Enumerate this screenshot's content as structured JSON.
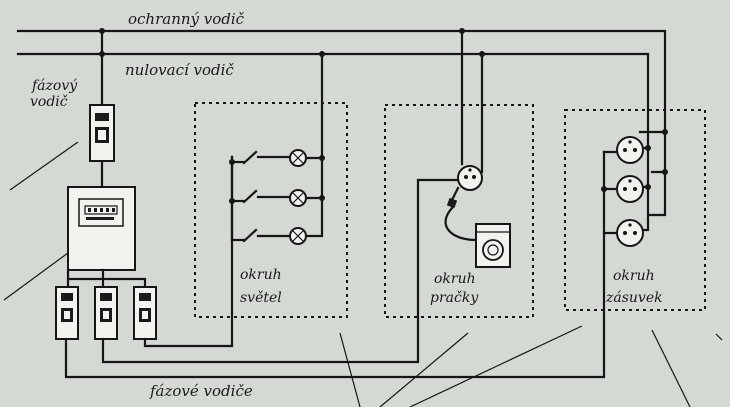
{
  "labels": {
    "protective_conductor": "ochranný vodič",
    "neutral_conductor": "nulovací vodič",
    "phase_conductor_line1": "fázový",
    "phase_conductor_line2": "vodič",
    "lighting_circuit_line1": "okruh",
    "lighting_circuit_line2": "světel",
    "washer_circuit_line1": "okruh",
    "washer_circuit_line2": "pračky",
    "socket_circuit_line1": "okruh",
    "socket_circuit_line2": "zásuvek",
    "phase_conductors": "fázové vodiče"
  },
  "colors": {
    "background": "#d9dcd8",
    "ink": "#161616",
    "device_fill": "#f2f2ef"
  }
}
